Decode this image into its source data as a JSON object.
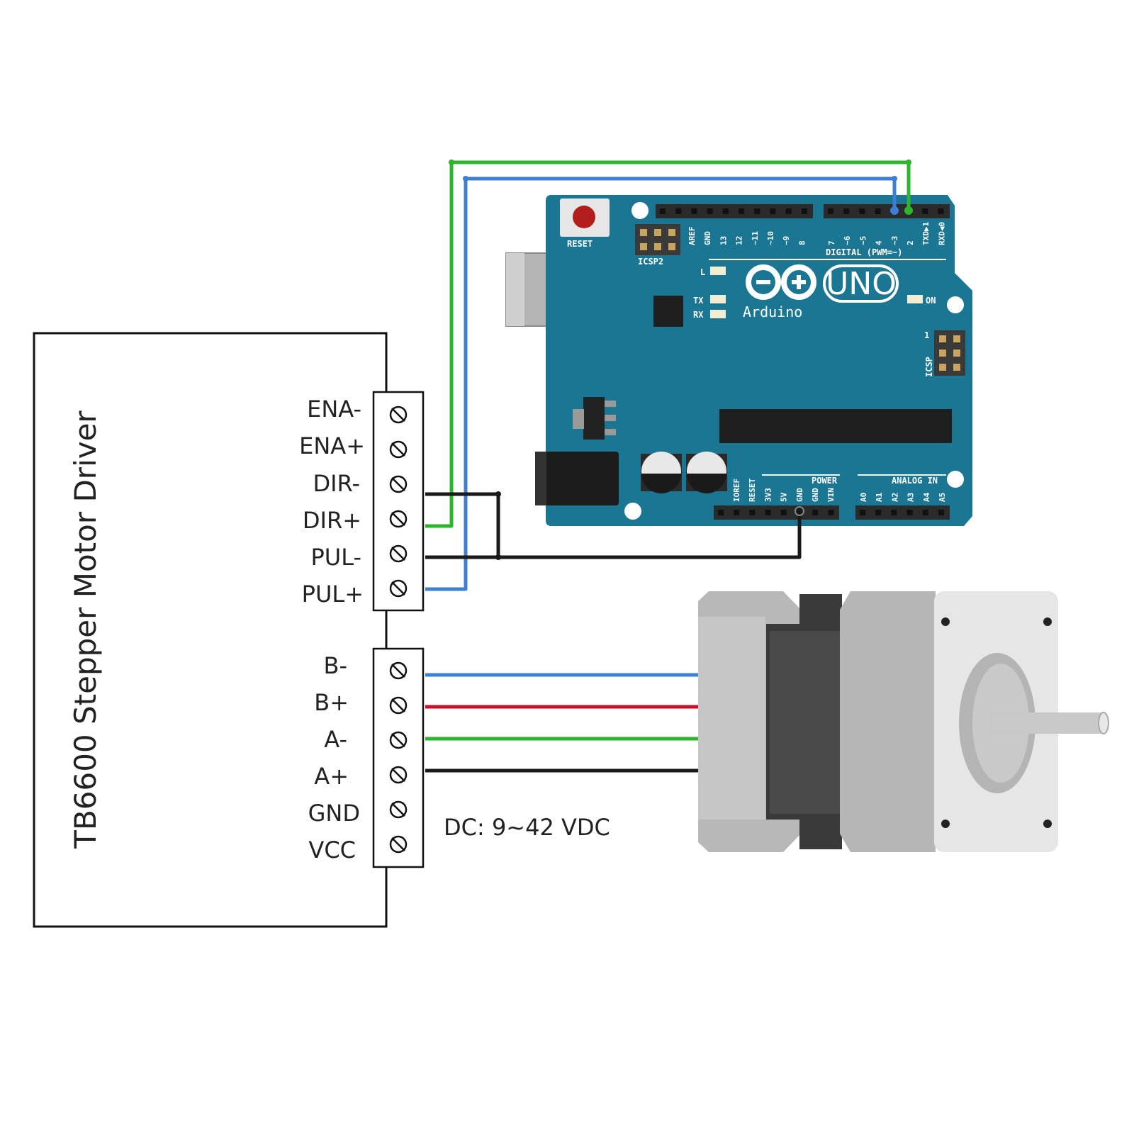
{
  "driver": {
    "title": "TB6600 Stepper Motor Driver",
    "control_terminals": [
      "ENA-",
      "ENA+",
      "DIR-",
      "DIR+",
      "PUL-",
      "PUL+"
    ],
    "power_terminals": [
      "B-",
      "B+",
      "A-",
      "A+",
      "GND",
      "VCC"
    ]
  },
  "power_note": "DC: 9~42 VDC",
  "arduino": {
    "reset_label": "RESET",
    "icsp2_label": "ICSP2",
    "icsp_label": "ICSP",
    "icsp_pin1": "1",
    "digital_label": "DIGITAL (PWM=~)",
    "digital_pins_left": [
      "AREF",
      "GND",
      "13",
      "12",
      "~11",
      "~10",
      "~9",
      "8"
    ],
    "digital_pins_right": [
      "7",
      "~6",
      "~5",
      "4",
      "~3",
      "2",
      "TXD▶1",
      "RXD◀0"
    ],
    "led_l": "L",
    "led_tx": "TX",
    "led_rx": "RX",
    "led_on": "ON",
    "brand": "Arduino",
    "model": "UNO",
    "power_label": "POWER",
    "power_pins": [
      "IOREF",
      "RESET",
      "3V3",
      "5V",
      "GND",
      "GND",
      "VIN"
    ],
    "analog_label": "ANALOG IN",
    "analog_pins": [
      "A0",
      "A1",
      "A2",
      "A3",
      "A4",
      "A5"
    ]
  },
  "colors": {
    "board": "#1b7694",
    "wire_green": "#2db52d",
    "wire_blue": "#3d7fd6",
    "wire_black": "#1a1a1a",
    "wire_red": "#c8102e"
  },
  "connections": [
    {
      "from": "DIR+",
      "to": "2",
      "wire": "green"
    },
    {
      "from": "PUL+",
      "to": "~3",
      "wire": "blue"
    },
    {
      "from": "DIR-",
      "to": "GND",
      "wire": "black"
    },
    {
      "from": "PUL-",
      "to": "GND",
      "wire": "black"
    },
    {
      "from": "B-",
      "to": "motor",
      "wire": "blue"
    },
    {
      "from": "B+",
      "to": "motor",
      "wire": "red"
    },
    {
      "from": "A-",
      "to": "motor",
      "wire": "green"
    },
    {
      "from": "A+",
      "to": "motor",
      "wire": "black"
    }
  ]
}
